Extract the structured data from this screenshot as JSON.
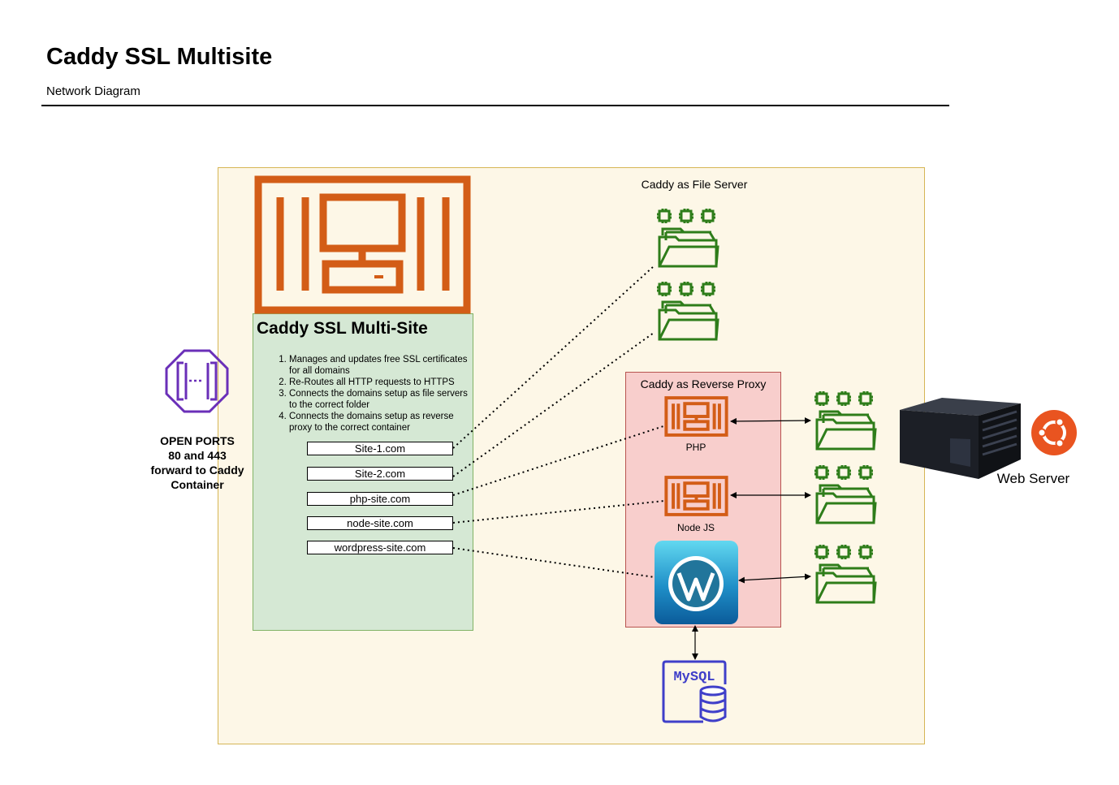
{
  "header": {
    "title": "Caddy SSL Multisite",
    "subtitle": "Network Diagram"
  },
  "caddy": {
    "heading": "Caddy SSL Multi-Site",
    "features": [
      "Manages and updates free SSL certificates for all domains",
      "Re-Routes all HTTP requests to HTTPS",
      "Connects the domains setup as file servers to the correct folder",
      "Connects the domains setup as reverse proxy to the correct container"
    ],
    "domains": [
      "Site-1.com",
      "Site-2.com",
      "php-site.com",
      "node-site.com",
      "wordpress-site.com"
    ]
  },
  "file_server": {
    "label": "Caddy as File Server"
  },
  "reverse_proxy": {
    "label": "Caddy as Reverse Proxy",
    "containers": [
      "PHP",
      "Node JS"
    ]
  },
  "ports": {
    "label_lines": [
      "OPEN PORTS",
      "80 and 443",
      "forward to Caddy",
      "Container"
    ]
  },
  "server": {
    "label": "Web Server"
  },
  "mysql": {
    "label": "MySQL"
  },
  "colors": {
    "orange": "#d35d17",
    "green_icon": "#2e7d1a",
    "purple": "#6a2fb8",
    "mysql_blue": "#3f3fc9",
    "ubuntu": "#e95420",
    "panel_green": "#d5e8d4",
    "panel_red": "#f8cecc",
    "canvas": "#fdf7e7"
  }
}
